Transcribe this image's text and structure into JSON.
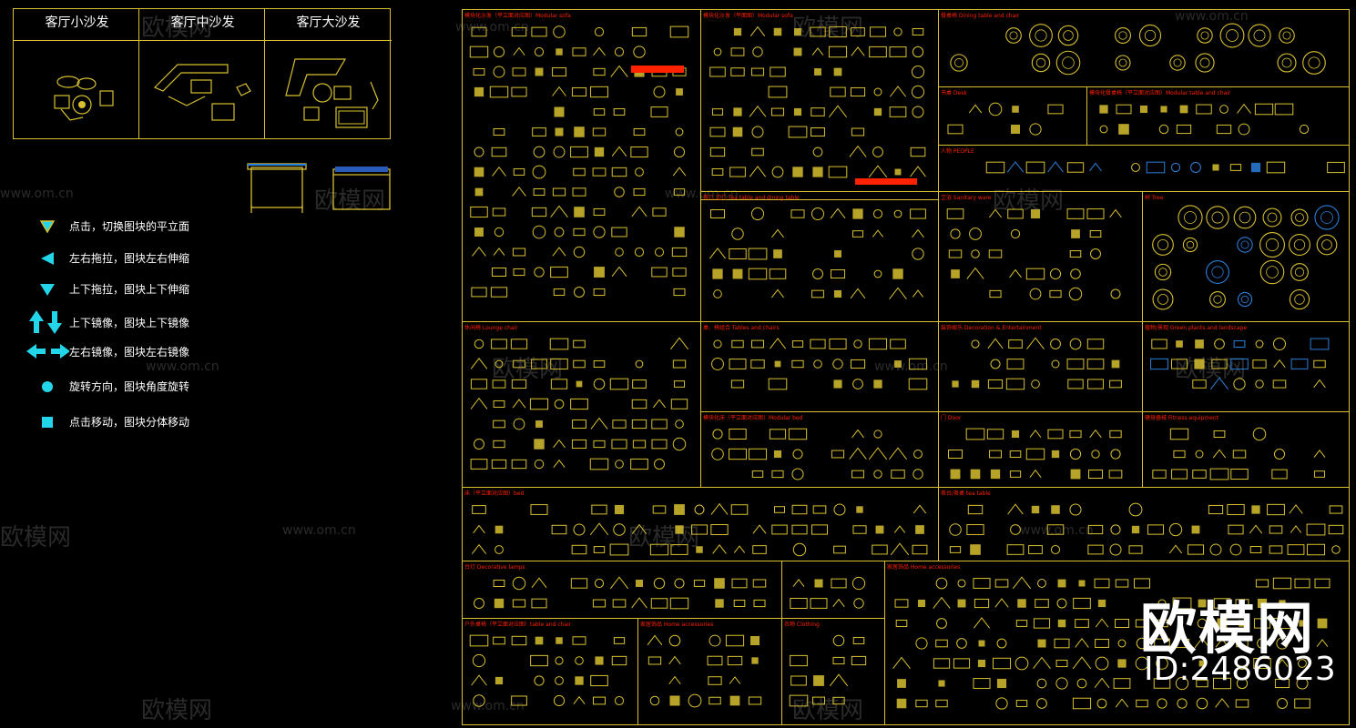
{
  "sofa_panels": {
    "small": "客厅小沙发",
    "medium": "客厅中沙发",
    "large": "客厅大沙发"
  },
  "legend": [
    {
      "icon": "triangle-down-outline-icon",
      "label": "点击，切换图块的平立面"
    },
    {
      "icon": "triangle-left-icon",
      "label": "左右拖拉，图块左右伸缩"
    },
    {
      "icon": "triangle-down-icon",
      "label": "上下拖拉，图块上下伸缩"
    },
    {
      "icon": "up-down-arrows-icon",
      "label": "上下镜像，图块上下镜像"
    },
    {
      "icon": "left-right-arrows-icon",
      "label": "左右镜像，图块左右镜像"
    },
    {
      "icon": "dot-icon",
      "label": "旋转方向，图块角度旋转"
    },
    {
      "icon": "square-icon",
      "label": "点击移动，图块分体移动"
    }
  ],
  "sections": {
    "s1": "模块化沙发（平立面对应图）Modular sofa",
    "s2": "模块化沙发（平面图）Modular sofa",
    "s3": "餐桌椅 Dining table and chair",
    "s4": "书桌 Desk",
    "s5": "模块化餐桌椅（平立面对应图）Modular table and chair",
    "s6": "人物 PEOPLE",
    "s7": "茶几 边几 Tea table and dining table",
    "s8": "卫浴 Sanitary ware",
    "s9": "树 Tree",
    "s10": "休闲椅 Lounge chair",
    "s11": "桌、椅组合 Tables and chairs",
    "s12": "装饰娱乐 Decoration & Entertainment",
    "s13": "植物/景观 Green plants and landscape",
    "s14": "模块化床（平立面对应图）Modular bed",
    "s15": "门 Door",
    "s16": "健身器械 Fitness equipment",
    "s17": "床（平立面对应图）bed",
    "s18": "茶台/茶桌 tea table",
    "s19": "台灯 Decorative lamps",
    "s20": "户外桌椅（平立面对应图）table and chair",
    "s21": "家居饰品 Home accessories",
    "s22": "衣物 Clothing",
    "s23": "家居饰品 Home accessories"
  },
  "watermarks": {
    "brand": "欧模网",
    "url": "www.om.cn"
  },
  "brand_overlay": {
    "name": "欧模网",
    "id": "ID:2486023"
  },
  "colors": {
    "line": "#d8c030",
    "cyan": "#22d5e8",
    "red": "#ff2200",
    "blue": "#2a7fd9"
  }
}
